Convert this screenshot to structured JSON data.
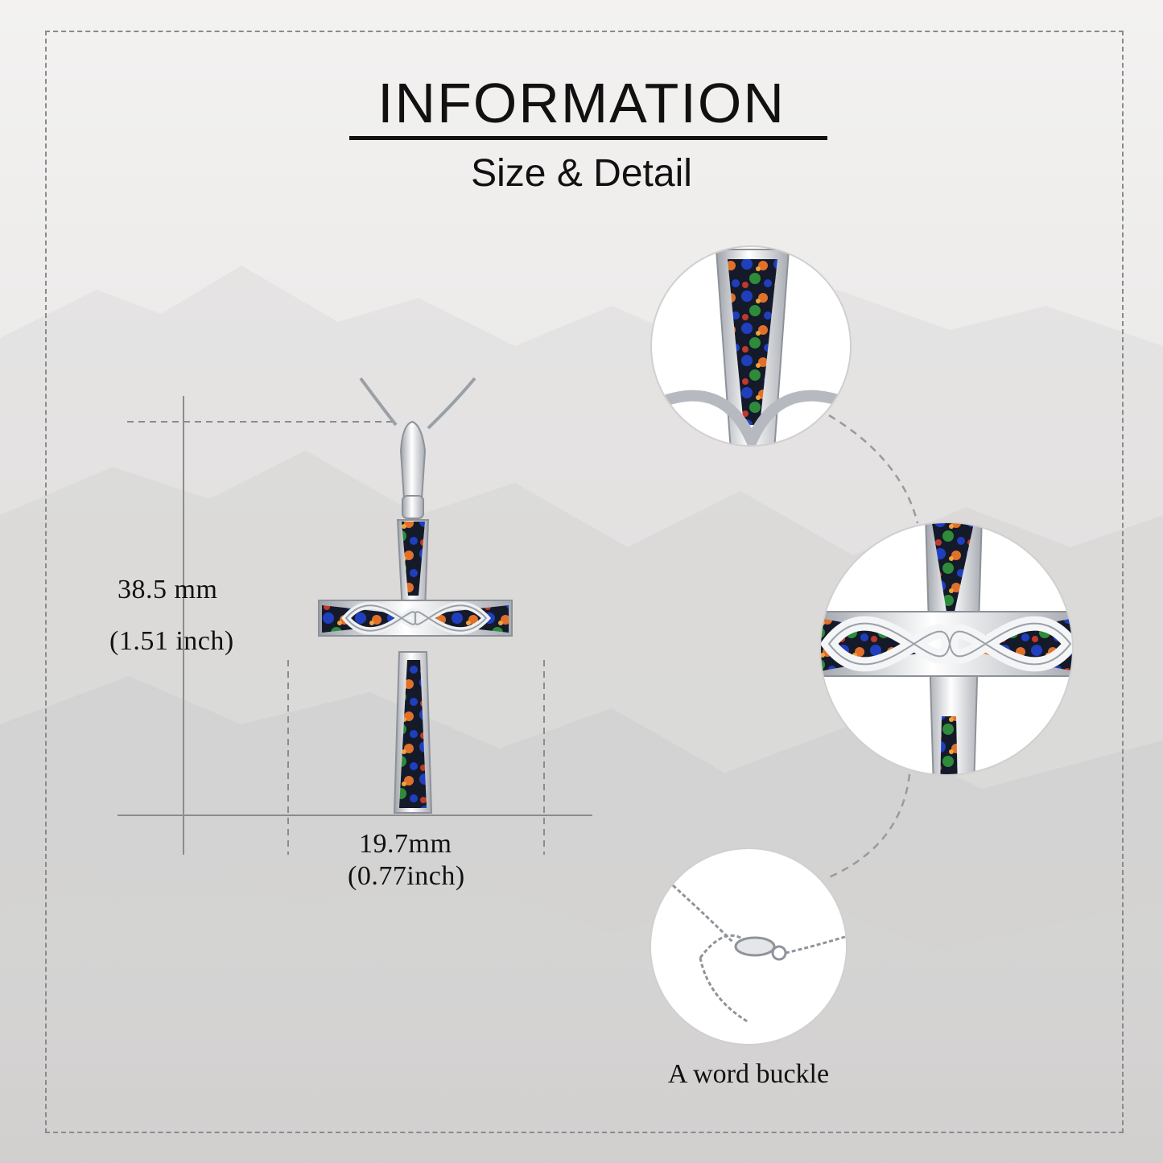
{
  "header": {
    "title": "INFORMATION",
    "subtitle": "Size & Detail"
  },
  "dimensions": {
    "height_mm": "38.5 mm",
    "height_inch": "(1.51 inch)",
    "width_mm": "19.7mm",
    "width_inch": "(0.77inch)"
  },
  "details": {
    "clasp_caption": "A word buckle"
  },
  "colors": {
    "opal_blue": "#1f3fbf",
    "opal_green": "#2e8b3a",
    "opal_orange": "#e0702a",
    "opal_dark": "#141a2a",
    "silver": "#c9ccd1"
  }
}
